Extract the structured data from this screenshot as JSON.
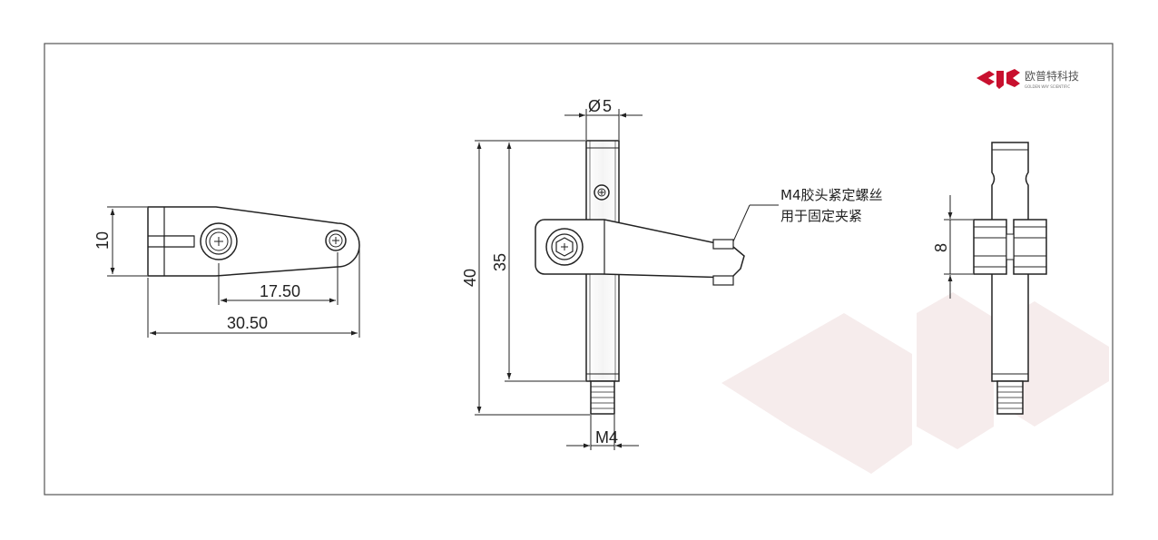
{
  "brand": {
    "name_cn": "欧普特科技",
    "name_en": "GOLDEN WAY SCIENTIFIC",
    "logo_color": "#c8102e"
  },
  "dimensions": {
    "height_left": "10",
    "hole_spacing": "17.50",
    "overall_length": "30.50",
    "post_diameter_symbol": "Ø",
    "post_diameter": "5",
    "total_height": "40",
    "post_length": "35",
    "thread": "M4",
    "clamp_height": "8"
  },
  "callout": {
    "line1": "M4胶头紧定螺丝",
    "line2": "用于固定夹紧"
  }
}
